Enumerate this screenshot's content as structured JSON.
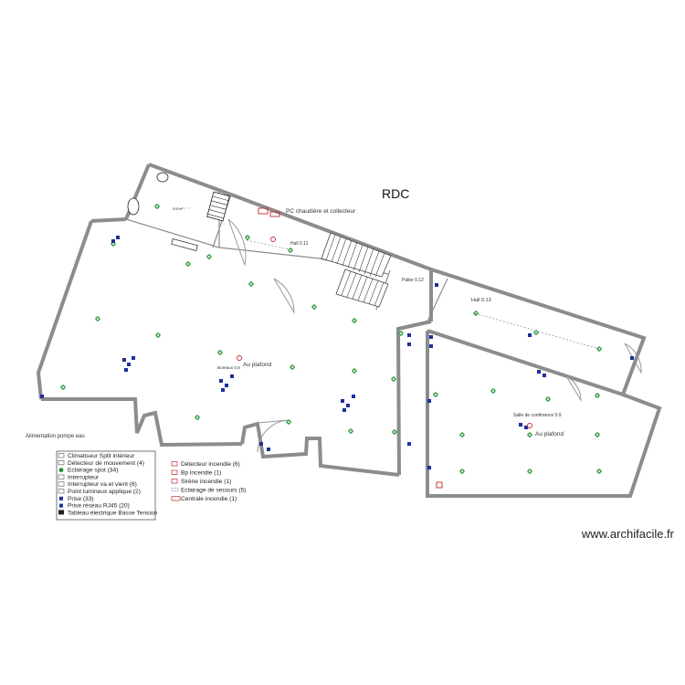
{
  "plan": {
    "title": "RDC",
    "watermark": "www.archifacile.fr",
    "labels": {
      "pc_chaudiere": "PC chaudière et collecteur",
      "hall_011": "Hall 0.11",
      "palier_012": "Palier 0.12",
      "hall_013": "Hall 0.13",
      "bureaux_08": "Bureaux 0.8",
      "au_plafond_1": "Au plafond",
      "salle_conference": "Salle de conférence 0.9",
      "au_plafond_2": "Au plafond",
      "alimentation_pompe": "Alimentation pompe eau",
      "wc_area": "0.6 m²"
    }
  },
  "legend": {
    "left": [
      {
        "icon": "split-ac-icon",
        "text": "Climatiseur Split intérieur"
      },
      {
        "icon": "motion-detector-icon",
        "text": "Détecteur de mouvement (4)"
      },
      {
        "icon": "spot-light-icon",
        "text": "Eclairage spot (34)"
      },
      {
        "icon": "switch-icon",
        "text": "Interrupteur"
      },
      {
        "icon": "two-way-switch-icon",
        "text": "Interrupteur va et vient (6)"
      },
      {
        "icon": "wall-light-icon",
        "text": "Point lumineux applique (2)"
      },
      {
        "icon": "socket-icon",
        "text": "Prise (33)"
      },
      {
        "icon": "rj45-icon",
        "text": "Prise réseau RJ45 (20)"
      },
      {
        "icon": "panel-icon",
        "text": "Tableau électrique Basse Tension"
      }
    ],
    "right": [
      {
        "icon": "fire-detector-icon",
        "text": "Détecteur incendie (6)"
      },
      {
        "icon": "fire-button-icon",
        "text": "Bp incendie (1)"
      },
      {
        "icon": "siren-icon",
        "text": "Sirène incendie (1)"
      },
      {
        "icon": "emergency-light-icon",
        "text": "Eclairage de secours (5)"
      },
      {
        "icon": "fire-central-icon",
        "text": "Centrale incendie (1)"
      }
    ]
  },
  "colors": {
    "wall": "#8c8c8c",
    "spot": "#1b8f2a",
    "socket": "#1f2f9c",
    "fire": "#c62828"
  }
}
